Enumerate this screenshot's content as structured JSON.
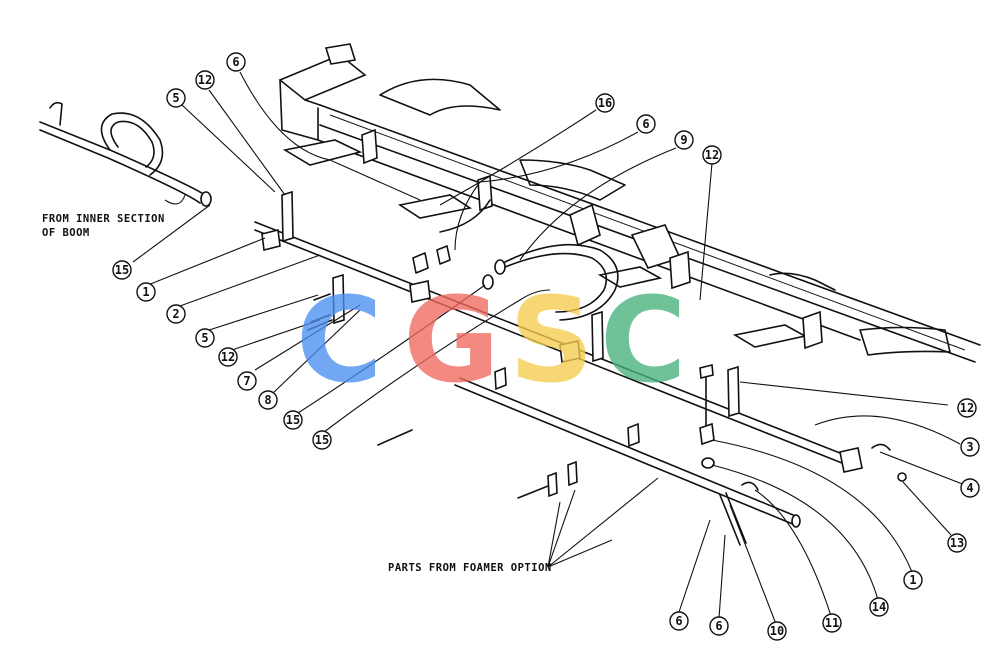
{
  "annotations": {
    "inner_section_line1": "FROM INNER SECTION",
    "inner_section_line2": "OF BOOM",
    "foamer": "PARTS FROM FOAMER OPTION"
  },
  "watermark": {
    "text": "CGSC",
    "letters": [
      {
        "char": "C",
        "color": "#4A8FF0"
      },
      {
        "char": "G",
        "color": "#F06A5E"
      },
      {
        "char": "S",
        "color": "#F4CC4E"
      },
      {
        "char": "C",
        "color": "#47B07A"
      }
    ]
  },
  "callouts": [
    {
      "label": "5"
    },
    {
      "label": "12"
    },
    {
      "label": "6"
    },
    {
      "label": "16"
    },
    {
      "label": "6"
    },
    {
      "label": "9"
    },
    {
      "label": "12"
    },
    {
      "label": "15"
    },
    {
      "label": "1"
    },
    {
      "label": "2"
    },
    {
      "label": "5"
    },
    {
      "label": "12"
    },
    {
      "label": "7"
    },
    {
      "label": "8"
    },
    {
      "label": "15"
    },
    {
      "label": "15"
    },
    {
      "label": "12"
    },
    {
      "label": "3"
    },
    {
      "label": "4"
    },
    {
      "label": "13"
    },
    {
      "label": "1"
    },
    {
      "label": "14"
    },
    {
      "label": "11"
    },
    {
      "label": "10"
    },
    {
      "label": "6"
    },
    {
      "label": "6"
    }
  ]
}
